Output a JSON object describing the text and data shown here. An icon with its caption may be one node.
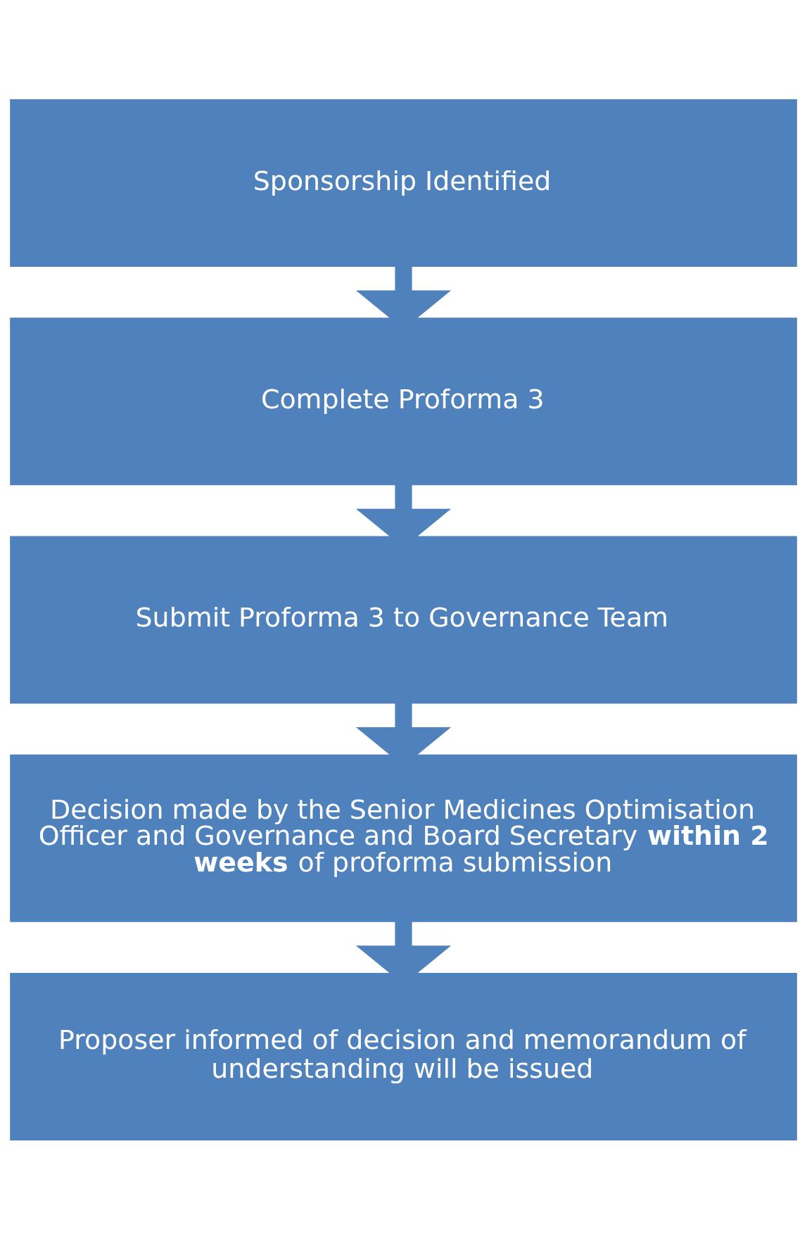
{
  "diagram": {
    "nodes": [
      {
        "text": [
          "Sponsorship Identified"
        ]
      },
      {
        "text": [
          "Complete Proforma 3"
        ]
      },
      {
        "text": [
          "Submit Proforma 3 to Governance Team"
        ]
      },
      {
        "text": [
          "Decision made by the Senior Medicines Optimisation Officer and Governance and Board Secretary **within 2 weeks** of proforma submission"
        ]
      },
      {
        "text": [
          "Proposer informed of decision and memorandum of understanding will be issued"
        ]
      }
    ],
    "edges": [
      {
        "from": 0,
        "to": 1,
        "arrow": "to"
      },
      {
        "from": 1,
        "to": 2,
        "arrow": "to"
      },
      {
        "from": 2,
        "to": 3,
        "arrow": "to"
      },
      {
        "from": 3,
        "to": 4,
        "arrow": "to"
      }
    ]
  }
}
